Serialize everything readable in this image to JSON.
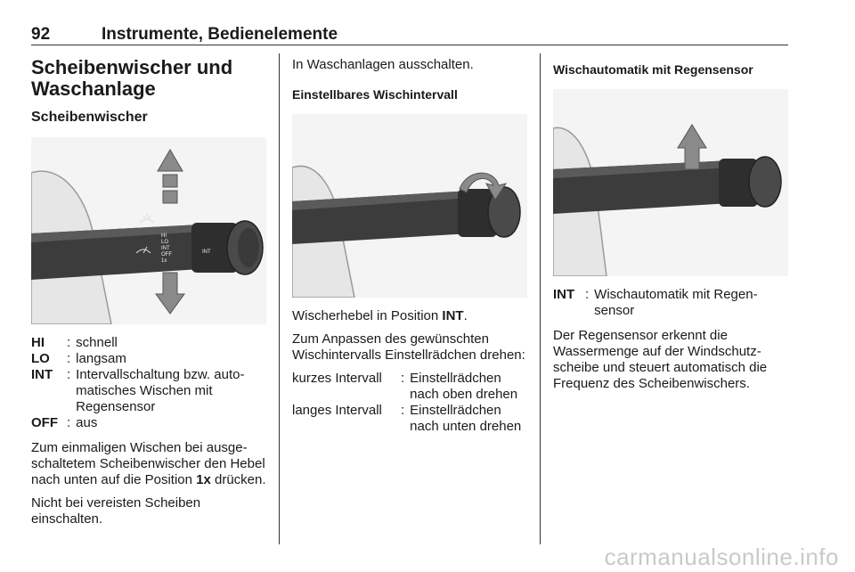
{
  "header": {
    "page_number": "92",
    "running_title": "Instrumente, Bedienelemente"
  },
  "col1": {
    "section_title_line1": "Scheibenwischer und",
    "section_title_line2": "Waschanlage",
    "subheading": "Scheibenwischer",
    "lever_labels": [
      "HI",
      "LO",
      "INT",
      "OFF",
      "1x",
      "INT"
    ],
    "definitions": [
      {
        "term": "HI",
        "desc": "schnell"
      },
      {
        "term": "LO",
        "desc": "langsam"
      },
      {
        "term": "INT",
        "desc": "Intervallschaltung bzw. auto-matisches Wischen mit Regensensor"
      },
      {
        "term": "OFF",
        "desc": "aus"
      }
    ],
    "para1_pre": "Zum einmaligen Wischen bei ausge-schaltetem Scheibenwischer den Hebel nach unten auf die Position ",
    "para1_bold": "1x",
    "para1_post": " drücken.",
    "para2": "Nicht bei vereisten Scheiben einschalten."
  },
  "col2": {
    "intro": "In Waschanlagen ausschalten.",
    "subheading": "Einstellbares Wischintervall",
    "para1_pre": "Wischerhebel in Position ",
    "para1_bold": "INT",
    "para1_post": ".",
    "para2": "Zum Anpassen des gewünschten Wischintervalls Einstellrädchen drehen:",
    "definitions": [
      {
        "term": "kurzes Intervall",
        "desc": "Einstellrädchen nach oben drehen"
      },
      {
        "term": "langes Intervall",
        "desc": "Einstellrädchen nach unten drehen"
      }
    ]
  },
  "col3": {
    "subheading": "Wischautomatik mit Regensensor",
    "definitions": [
      {
        "term": "INT",
        "desc": "Wischautomatik mit Regen-sensor"
      }
    ],
    "para": "Der Regensensor erkennt die Wassermenge auf der Windschutz-scheibe und steuert automatisch die Frequenz des Scheibenwischers."
  },
  "watermark": "carmanualsonline.info"
}
